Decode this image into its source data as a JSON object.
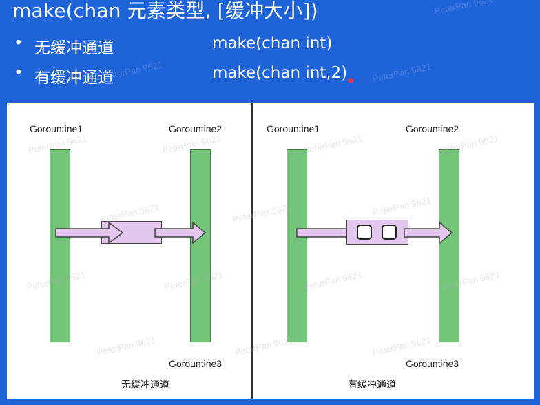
{
  "title": "make(chan 元素类型, [缓冲大小])",
  "bullets": [
    {
      "dot": "•",
      "label": "无缓冲通道",
      "code": "make(chan int)"
    },
    {
      "dot": "•",
      "label": "有缓冲通道",
      "code": "make(chan int,2)"
    }
  ],
  "watermark": "PeterPan 9621",
  "diagram": {
    "left": {
      "g1": "Gorountine1",
      "g2": "Gorountine2",
      "g3": "Gorountine3",
      "caption": "无缓冲通道"
    },
    "right": {
      "g1": "Gorountine1",
      "g2": "Gorountine2",
      "g3": "Gorountine3",
      "caption": "有缓冲通道"
    }
  },
  "colors": {
    "slide_bg": "#1f63d8",
    "pillar": "#74c47a",
    "channel": "#e4c7ee",
    "marker": "#e0364f"
  }
}
